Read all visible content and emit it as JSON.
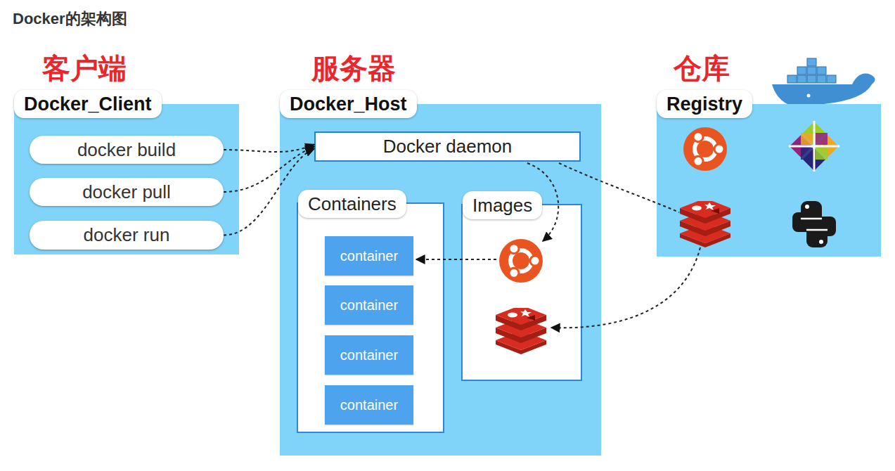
{
  "diagram": {
    "title": "Docker的架构图",
    "nodes": [
      {
        "text": [
          "Docker_Client"
        ]
      },
      {
        "text": [
          "docker build"
        ],
        "in": 0
      },
      {
        "text": [
          "docker pull"
        ],
        "in": 0
      },
      {
        "text": [
          "docker run"
        ],
        "in": 0
      },
      {
        "text": [
          "Docker_Host"
        ]
      },
      {
        "text": [
          "Docker daemon"
        ],
        "in": 4
      },
      {
        "text": [
          "Containers"
        ],
        "in": 4
      },
      {
        "text": [
          "container"
        ],
        "in": 6
      },
      {
        "text": [
          "container"
        ],
        "in": 6
      },
      {
        "text": [
          "container"
        ],
        "in": 6
      },
      {
        "text": [
          "container"
        ],
        "in": 6
      },
      {
        "text": [
          "Images"
        ],
        "in": 4
      },
      {
        "text": [
          "Registry"
        ]
      }
    ],
    "edges": [
      {
        "from": 1,
        "to": 5,
        "arrow": "to"
      },
      {
        "from": 2,
        "to": 5,
        "arrow": "to"
      },
      {
        "from": 3,
        "to": 5,
        "arrow": "to"
      }
    ],
    "labels": [
      "客户端",
      "服务器",
      "仓库"
    ]
  }
}
